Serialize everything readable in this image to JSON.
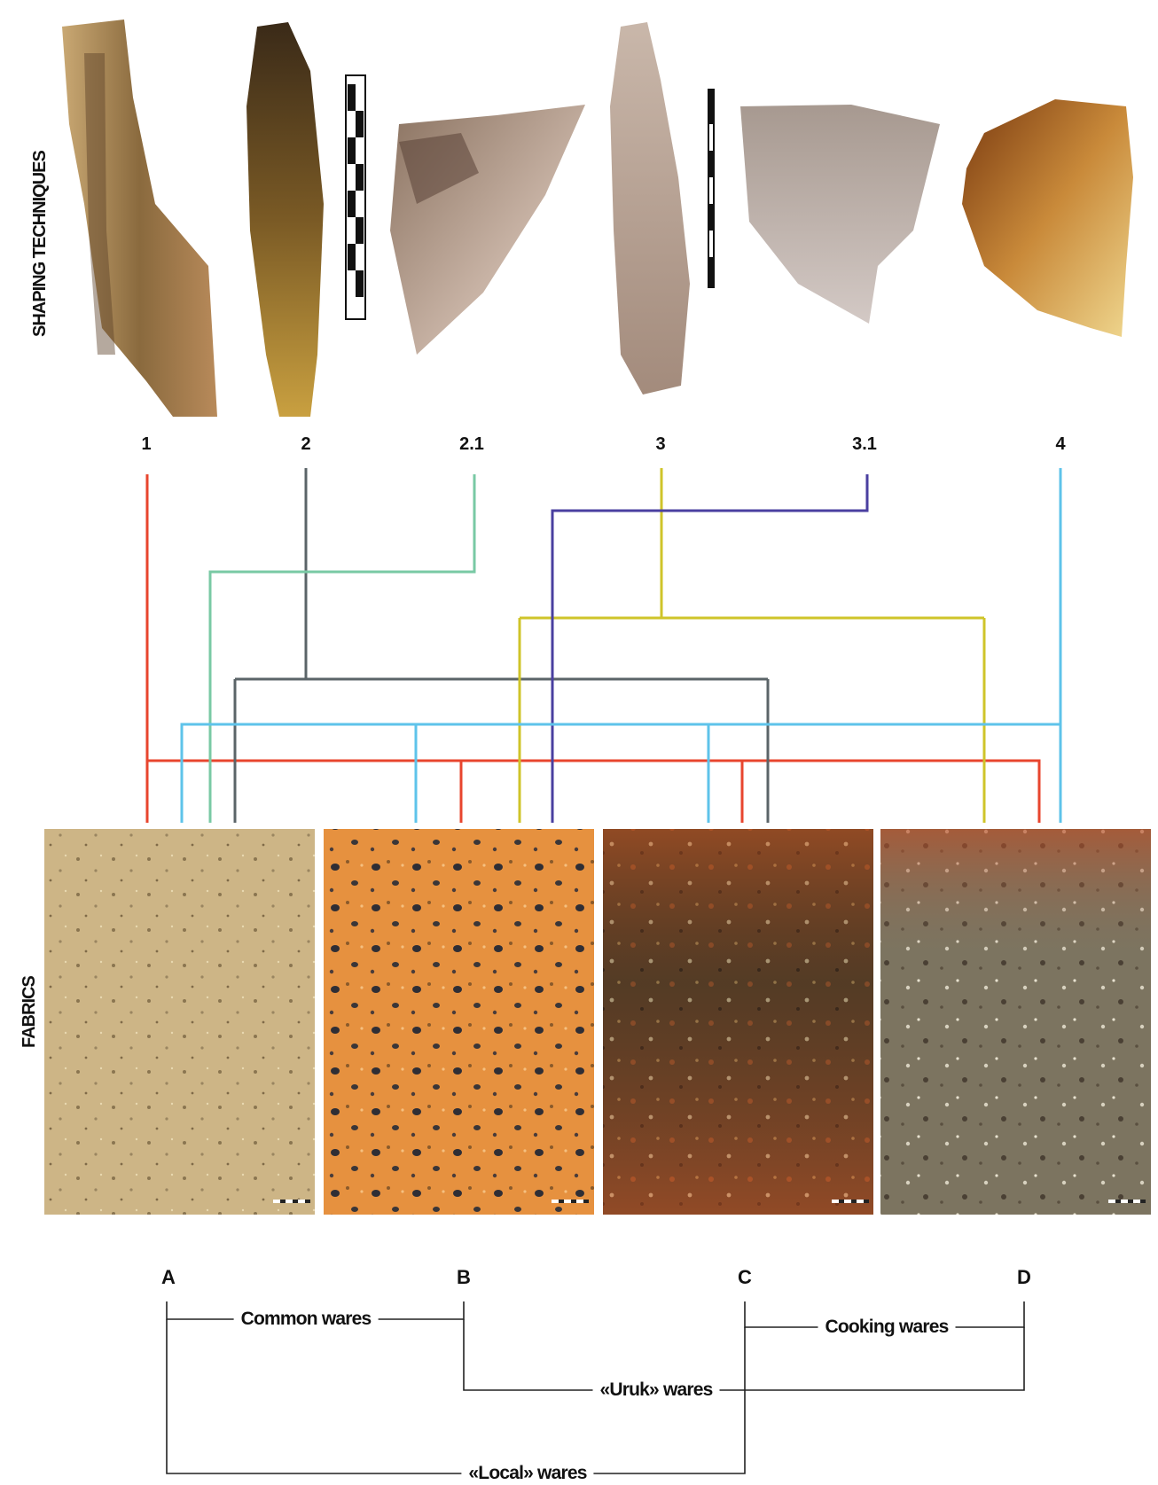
{
  "labels": {
    "shaping": "SHAPING TECHNIQUES",
    "fabrics": "FABRICS"
  },
  "techniques": [
    "1",
    "2",
    "2.1",
    "3",
    "3.1",
    "4"
  ],
  "fabric_codes": [
    "A",
    "B",
    "C",
    "D"
  ],
  "groupings": {
    "common": "Common wares",
    "cooking": "Cooking wares",
    "uruk": "«Uruk» wares",
    "local": "«Local» wares"
  },
  "colors": {
    "t1": "#e8452e",
    "t2": "#5b6468",
    "t21": "#79c9a4",
    "t3": "#cfc42a",
    "t31": "#4a3fa0",
    "t4": "#5ec3ea"
  }
}
